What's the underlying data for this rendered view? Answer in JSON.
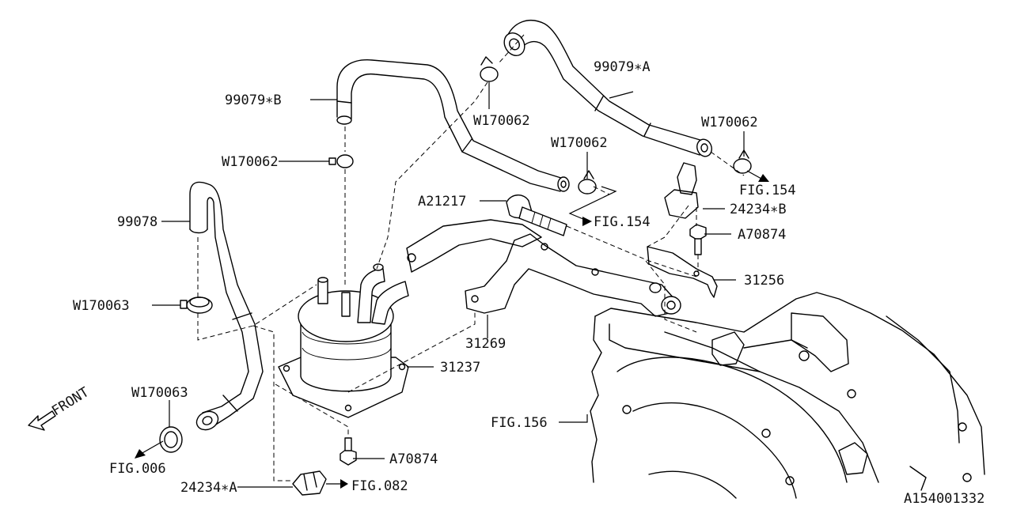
{
  "diagram": {
    "labels": {
      "hose_99079_a": "99079∗A",
      "hose_99079_b": "99079∗B",
      "hose_99078": "99078",
      "clamp_w170062_top": "W170062",
      "clamp_w170062_mid": "W170062",
      "clamp_w170062_left": "W170062",
      "clamp_w170062_right": "W170062",
      "clamp_w170063_mid": "W170063",
      "clamp_w170063_low": "W170063",
      "bolt_a21217": "A21217",
      "clip_24234_b": "24234∗B",
      "clip_24234_a": "24234∗A",
      "bolt_a70874_top": "A70874",
      "bolt_a70874_low": "A70874",
      "bracket_31256": "31256",
      "bracket_31269": "31269",
      "cooler_31237": "31237",
      "ref_fig154_right": "FIG.154",
      "ref_fig154_mid": "FIG.154",
      "ref_fig156": "FIG.156",
      "ref_fig006": "FIG.006",
      "ref_fig082": "FIG.082",
      "front_label": "FRONT",
      "drawing_number": "A154001332"
    }
  }
}
